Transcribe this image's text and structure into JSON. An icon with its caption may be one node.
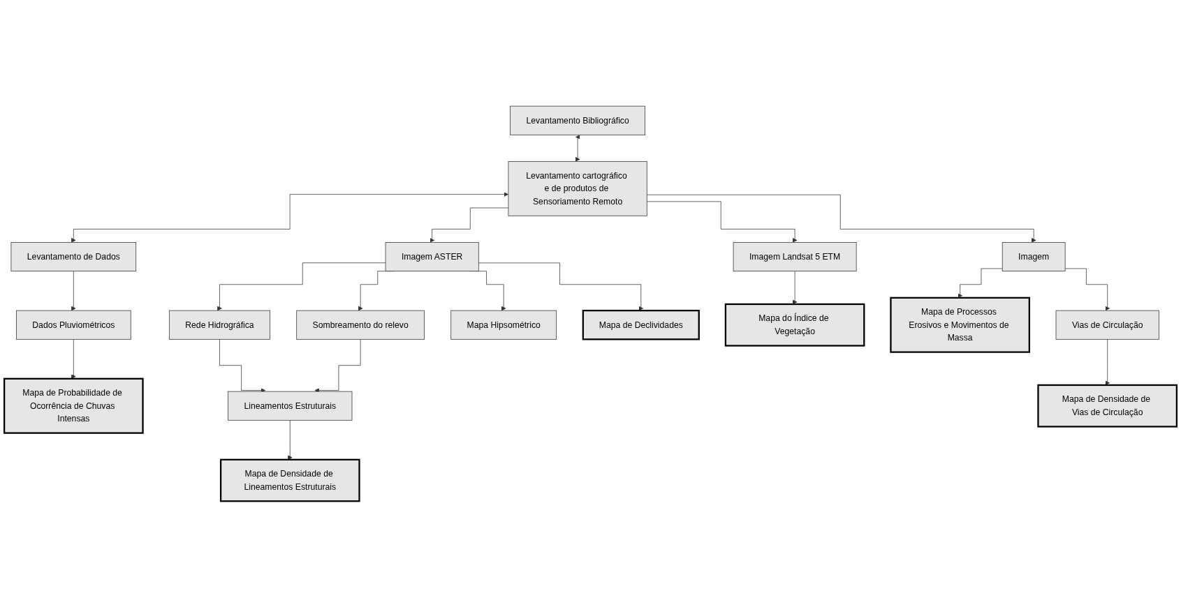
{
  "diagram": {
    "nodes": [
      {
        "text": [
          "Levantamento Bibliográfico"
        ]
      },
      {
        "text": [
          "Levantamento cartográfico e de produtos de Sensoriamento Remoto"
        ]
      },
      {
        "text": [
          "Levantamento de Dados"
        ]
      },
      {
        "text": [
          "Imagem ASTER"
        ]
      },
      {
        "text": [
          "Imagem Landsat 5 ETM"
        ]
      },
      {
        "text": [
          "Imagem"
        ]
      },
      {
        "text": [
          "Rede Hidrográfica"
        ]
      },
      {
        "text": [
          "Lineamentos Estruturais"
        ]
      },
      {
        "text": [
          "Mapa de Processos Erosivos e Movimentos de Massa"
        ]
      },
      {
        "text": [
          "Sombreamento do relevo"
        ]
      },
      {
        "text": [
          "Dados Pluviométricos"
        ]
      },
      {
        "text": [
          "Vias de Circulação"
        ]
      },
      {
        "text": [
          "Mapa Hipsométrico"
        ]
      },
      {
        "text": [
          "Mapa de Densidade de Lineamentos Estruturais"
        ]
      },
      {
        "text": [
          "Mapa de Declividades"
        ]
      },
      {
        "text": [
          "Mapa do Índice de Vegetação"
        ]
      },
      {
        "text": [
          "Mapa de Densidade de Vias de Circulação"
        ]
      },
      {
        "text": [
          "Mapa de Probabilidade de Ocorrência de Chuvas Intensas"
        ]
      }
    ],
    "edges": [
      {
        "from": 0,
        "to": 1,
        "arrow": "both"
      },
      {
        "from": 1,
        "to": 2,
        "arrow": "both"
      },
      {
        "from": 1,
        "to": 3,
        "arrow": "to"
      },
      {
        "from": 1,
        "to": 4,
        "arrow": "to"
      },
      {
        "from": 1,
        "to": 5,
        "arrow": "to"
      },
      {
        "from": 3,
        "to": 6,
        "arrow": "to"
      },
      {
        "from": 3,
        "to": 9,
        "arrow": "to"
      },
      {
        "from": 3,
        "to": 12,
        "arrow": "to"
      },
      {
        "from": 3,
        "to": 14,
        "arrow": "to"
      },
      {
        "from": 6,
        "to": 7,
        "arrow": "to"
      },
      {
        "from": 9,
        "to": 7,
        "arrow": "to"
      },
      {
        "from": 7,
        "to": 13,
        "arrow": "to"
      },
      {
        "from": 4,
        "to": 15,
        "arrow": "to"
      },
      {
        "from": 5,
        "to": 8,
        "arrow": "to"
      },
      {
        "from": 5,
        "to": 11,
        "arrow": "to"
      },
      {
        "from": 11,
        "to": 16,
        "arrow": "to"
      },
      {
        "from": 2,
        "to": 10,
        "arrow": "to"
      },
      {
        "from": 10,
        "to": 17,
        "arrow": "to"
      }
    ]
  }
}
